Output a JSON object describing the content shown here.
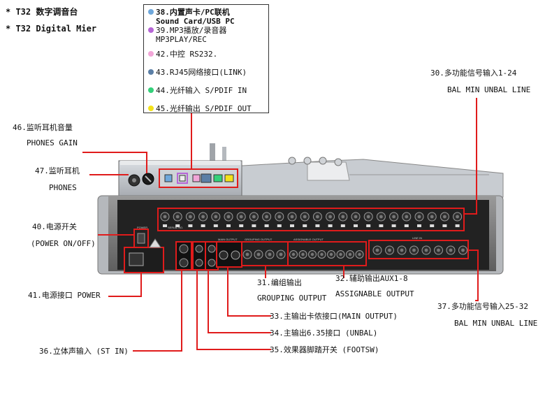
{
  "header": {
    "title_cn": "* T32 数字调音台",
    "title_en": "* T32 Digital Mier"
  },
  "legend": {
    "items": [
      {
        "label": "38.内置声卡/PC联机",
        "sub": "Sound Card/USB PC",
        "color": "#6fa8dc",
        "bold": true
      },
      {
        "label": "39.MP3播放/录音器",
        "sub": "MP3PLAY/REC",
        "color": "#b666d6",
        "bold": false
      },
      {
        "label": "42.中控 RS232.",
        "sub": "",
        "color": "#f2a6d8",
        "bold": false
      },
      {
        "label": "43.RJ45网络接口(LINK)",
        "sub": "",
        "color": "#5b7fa6",
        "bold": false
      },
      {
        "label": "44.光纤输入 S/PDIF IN",
        "sub": "",
        "color": "#34d17a",
        "bold": false
      },
      {
        "label": "45.光纤输出 S/PDIF OUT",
        "sub": "",
        "color": "#f3e21a",
        "bold": false
      }
    ]
  },
  "callouts": {
    "c30_cn": "30.多功能信号输入1-24",
    "c30_en": "BAL MIN UNBAL LINE",
    "c46_cn": "46.监听耳机音量",
    "c46_en": "PHONES GAIN",
    "c47_cn": "47.监听耳机",
    "c47_en": "PHONES",
    "c40_cn": "40.电源开关",
    "c40_en": "(POWER ON/OFF)",
    "c41": "41.电源接口 POWER",
    "c31_cn": "31.编组输出",
    "c31_en": "GROUPING OUTPUT",
    "c32_cn": "32.辅助输出AUX1-8",
    "c32_en": "ASSIGNABLE OUTPUT",
    "c37_cn": "37.多功能信号输入25-32",
    "c37_en": "BAL MIN UNBAL LINE",
    "c33": "33.主输出卡侬接口(MAIN OUTPUT)",
    "c34": "34.主输出6.35接口 (UNBAL)",
    "c35": "35.效果器脚踏开关 (FOOTSW)",
    "c36": "36.立体声输入 (ST IN)"
  },
  "panel_labels": {
    "power": "POWER",
    "serial": "SERIAL NO.",
    "main_output": "MAIN OUTPUT",
    "grouping_output": "GROUPING OUTPUT",
    "assignable_output": "ASSIGNABLE OUTPUT",
    "line_in": "LINE IN"
  }
}
